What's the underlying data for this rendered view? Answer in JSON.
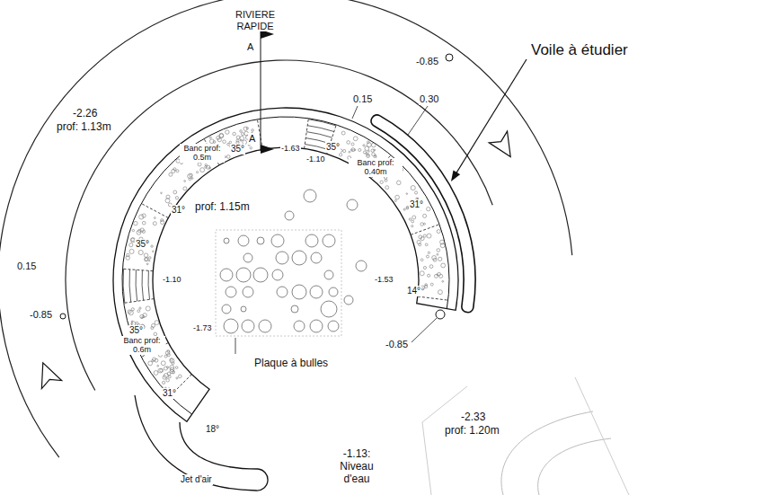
{
  "diagram": {
    "labels": [
      "RIVIERE RAPIDE",
      "-0.85",
      "-2.26",
      "prof: 1.13m",
      "A",
      "0.15",
      "0.30",
      "Voile à étudier",
      "Banc prof: 0.5m",
      "35°",
      "-1.63",
      "-1.10",
      "A",
      "35°",
      "Banc prof: 0.40m",
      "31°",
      "prof: 1.15m",
      "31°",
      "35°",
      "0.15",
      "-1.10",
      "-1.53",
      "14°",
      "-0.85",
      "35°",
      "-1.73",
      "Banc prof: 0.6m",
      "-0.85",
      "Plaque à bulles",
      "31°",
      "-2.33",
      "prof: 1.20m",
      "18°",
      "-1.13: Niveau d'eau",
      "Jet d'air"
    ]
  }
}
